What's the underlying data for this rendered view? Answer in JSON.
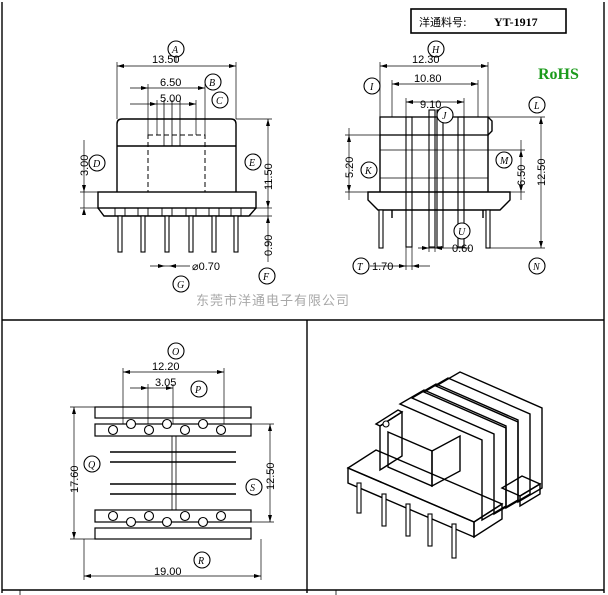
{
  "header": {
    "part_label": "洋通料号:",
    "part_number": "YT-1917",
    "rohs": "RoHS"
  },
  "watermark": "东莞市洋通电子有限公司",
  "front_view": {
    "A": {
      "letter": "A",
      "value": "13.50"
    },
    "B": {
      "letter": "B",
      "value": "6.50"
    },
    "C": {
      "letter": "C",
      "value": "5.00"
    },
    "D": {
      "letter": "D",
      "value": "3.00"
    },
    "E": {
      "letter": "E",
      "value": "11.50"
    },
    "F": {
      "letter": "F",
      "value": "0.90"
    },
    "G": {
      "letter": "G",
      "value": "⌀0.70"
    }
  },
  "side_view": {
    "H": {
      "letter": "H",
      "value": "12.30"
    },
    "I": {
      "letter": "I",
      "value": "10.80"
    },
    "J": {
      "letter": "J",
      "value": "9.10"
    },
    "K": {
      "letter": "K",
      "value": "5.20"
    },
    "L": {
      "letter": "L",
      "value": ""
    },
    "M": {
      "letter": "M",
      "value": "6.50"
    },
    "N": {
      "letter": "N",
      "value": "12.50"
    },
    "T": {
      "letter": "T",
      "value": "1.70"
    },
    "U": {
      "letter": "U",
      "value": "0.60"
    }
  },
  "top_view": {
    "O": {
      "letter": "O",
      "value": "12.20"
    },
    "P": {
      "letter": "P",
      "value": "3.05"
    },
    "Q": {
      "letter": "Q",
      "value": "17.60"
    },
    "S": {
      "letter": "S",
      "value": "12.50"
    },
    "R": {
      "letter": "R",
      "value": "19.00"
    }
  }
}
